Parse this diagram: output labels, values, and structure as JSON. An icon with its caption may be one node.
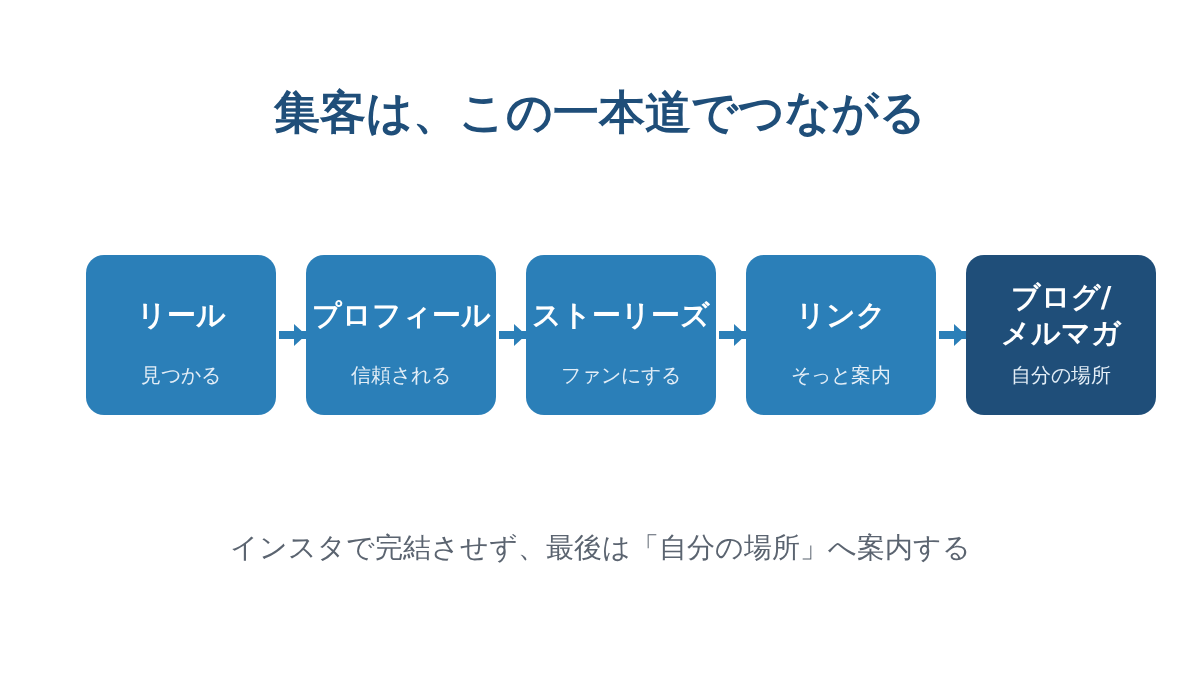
{
  "diagram": {
    "title": "集客は、この一本道でつながる",
    "caption": "インスタで完結させず、最後は「自分の場所」へ案内する",
    "nodes": [
      {
        "text": [
          "リール",
          "見つかる"
        ]
      },
      {
        "text": [
          "プロフィール",
          "信頼される"
        ]
      },
      {
        "text": [
          "ストーリーズ",
          "ファンにする"
        ]
      },
      {
        "text": [
          "リンク",
          "そっと案内"
        ]
      },
      {
        "text": [
          "ブログ/メルマガ",
          "自分の場所"
        ]
      }
    ],
    "edges": [
      {
        "from": 0,
        "to": 1,
        "arrow": "to"
      },
      {
        "from": 1,
        "to": 2,
        "arrow": "to"
      },
      {
        "from": 2,
        "to": 3,
        "arrow": "to"
      },
      {
        "from": 3,
        "to": 4,
        "arrow": "to"
      }
    ]
  }
}
